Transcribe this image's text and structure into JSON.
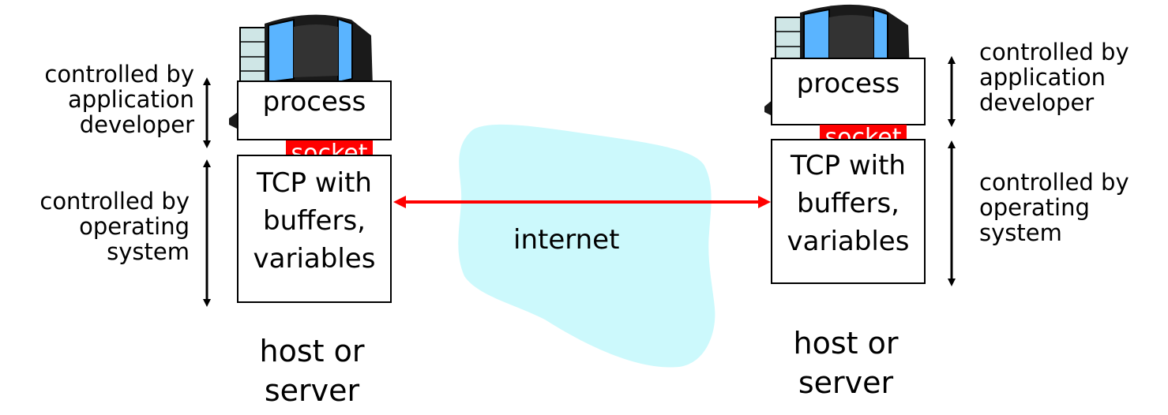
{
  "left_host": {
    "app_label": [
      "controlled by",
      "application",
      "developer"
    ],
    "os_label": [
      "controlled by",
      "operating",
      "system"
    ],
    "process": "process",
    "socket": "socket",
    "tcp": [
      "TCP with",
      "buffers,",
      "variables"
    ],
    "host": [
      "host or",
      "server"
    ]
  },
  "right_host": {
    "app_label": [
      "controlled by",
      "application",
      "developer"
    ],
    "os_label": [
      "controlled by",
      "operating",
      "system"
    ],
    "process": "process",
    "socket": "socket",
    "tcp": [
      "TCP with",
      "buffers,",
      "variables"
    ],
    "host": [
      "host or",
      "server"
    ]
  },
  "network": {
    "label": "internet"
  },
  "colors": {
    "socket_bg": "#ff0000",
    "cloud": "#ccf9fc",
    "connection": "#ff0000",
    "monitor_screen": "#1a1a1a",
    "monitor_frame": "#5ab4ff"
  },
  "icons": [
    "computer-monitor-icon"
  ]
}
